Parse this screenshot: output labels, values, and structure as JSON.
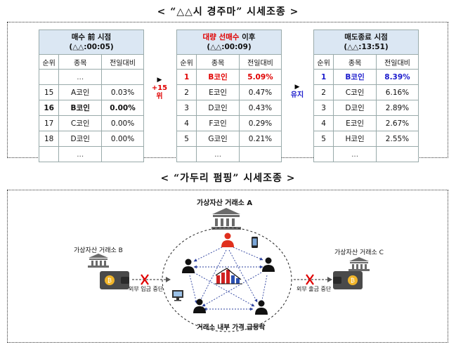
{
  "top_title": "< “△△시 경주마” 시세조종 >",
  "tables": [
    {
      "header_line1": "매수 前 시점",
      "header_line2": "(△△:00:05)",
      "columns": [
        "순위",
        "종목",
        "전일대비"
      ],
      "rows": [
        {
          "rank": "",
          "name": "...",
          "change": ""
        },
        {
          "rank": "15",
          "name": "A코인",
          "change": "0.03%"
        },
        {
          "rank": "16",
          "name": "B코인",
          "change": "0.00%"
        },
        {
          "rank": "17",
          "name": "C코인",
          "change": "0.00%"
        },
        {
          "rank": "18",
          "name": "D코인",
          "change": "0.00%"
        },
        {
          "rank": "",
          "name": "...",
          "change": ""
        }
      ]
    },
    {
      "header_red": "대량 선매수",
      "header_rest": " 이후",
      "header_line2": "(△△:00:09)",
      "columns": [
        "순위",
        "종목",
        "전일대비"
      ],
      "rows": [
        {
          "rank": "1",
          "name": "B코인",
          "change": "5.09%"
        },
        {
          "rank": "2",
          "name": "E코인",
          "change": "0.47%"
        },
        {
          "rank": "3",
          "name": "D코인",
          "change": "0.43%"
        },
        {
          "rank": "4",
          "name": "F코인",
          "change": "0.29%"
        },
        {
          "rank": "5",
          "name": "G코인",
          "change": "0.21%"
        },
        {
          "rank": "",
          "name": "...",
          "change": ""
        }
      ]
    },
    {
      "header_line1": "매도종료 시점",
      "header_line2": "(△△:13:51)",
      "columns": [
        "순위",
        "종목",
        "전일대비"
      ],
      "rows": [
        {
          "rank": "1",
          "name": "B코인",
          "change": "8.39%"
        },
        {
          "rank": "2",
          "name": "C코인",
          "change": "6.16%"
        },
        {
          "rank": "3",
          "name": "D코인",
          "change": "2.89%"
        },
        {
          "rank": "4",
          "name": "E코인",
          "change": "2.67%"
        },
        {
          "rank": "5",
          "name": "H코인",
          "change": "2.55%"
        },
        {
          "rank": "",
          "name": "...",
          "change": ""
        }
      ]
    }
  ],
  "arrow1": {
    "glyph": "▶",
    "line1": "+15",
    "line2": "위"
  },
  "arrow2": {
    "glyph": "▶",
    "line1": "유지"
  },
  "bottom_title": "< “가두리 펌핑” 시세조종 >",
  "diagram": {
    "exchange_a": "가상자산 거래소 A",
    "exchange_b": "가상자산 거래소 B",
    "exchange_c": "가상자산 거래소 C",
    "block_left": "외부 입금 중단",
    "block_right": "외부 출금 중단",
    "surge": "거래소 내부 가격 급등락"
  },
  "colors": {
    "header_bg": "#dbe7f3",
    "highlight_red": "#e00000",
    "highlight_blue": "#1a1acc"
  }
}
